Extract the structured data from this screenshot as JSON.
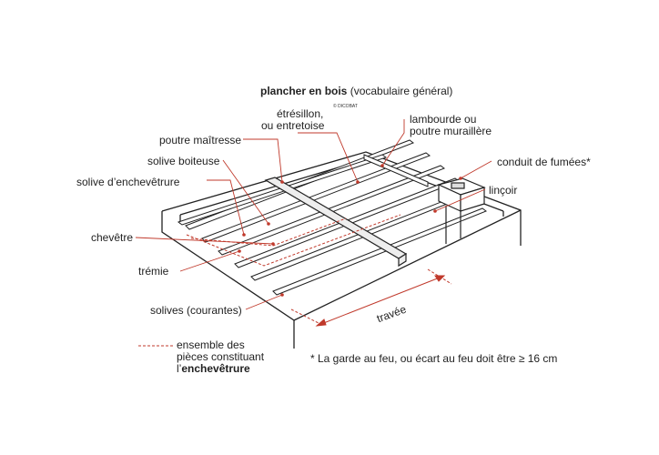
{
  "title": {
    "main": "plancher en bois",
    "sub": "(vocabulaire général)"
  },
  "copyright": "© DICOBAT",
  "labels": {
    "etresillon_line1": "étrésillon,",
    "etresillon_line2": "ou entretoise",
    "lambourde_line1": "lambourde ou",
    "lambourde_line2": "poutre muraillère",
    "poutre_maitresse": "poutre maîtresse",
    "solive_boiteuse": "solive boiteuse",
    "solive_enchevetrure": "solive d’enchevêtrure",
    "conduit": "conduit de fumées*",
    "lincoir": "linçoir",
    "chevetre": "chevêtre",
    "tremie": "trémie",
    "solives": "solives (courantes)",
    "travee": "travée"
  },
  "legend": {
    "line1": "ensemble des",
    "line2": "pièces constituant",
    "line3_prefix": "l’",
    "line3_bold": "enchevêtrure"
  },
  "footnote": "* La garde au feu, ou écart au feu doit être ≥ 16 cm",
  "colors": {
    "leader": "#c0392b",
    "structure": "#222222"
  }
}
